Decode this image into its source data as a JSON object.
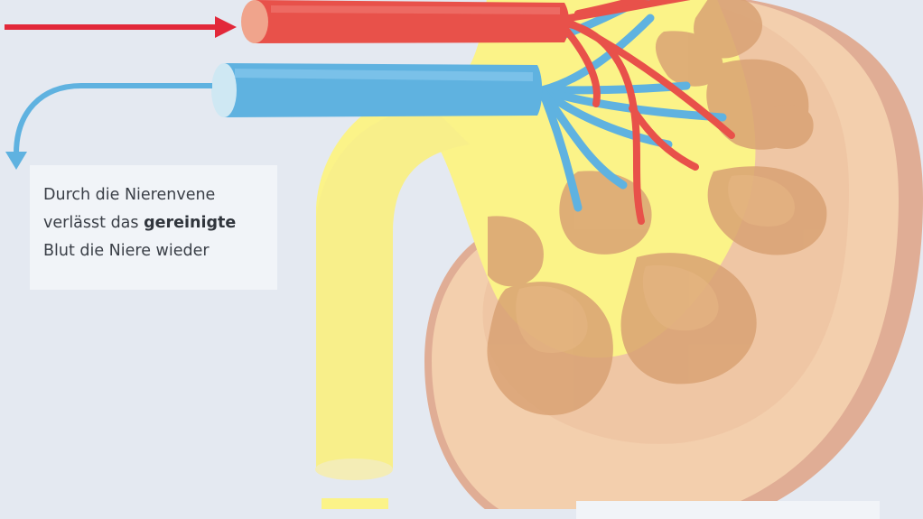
{
  "caption": {
    "line1": "Durch die Nierenvene",
    "line2_prefix": "verlässt das",
    "line2_bold": "gereinigte",
    "line3": "Blut die Niere wieder"
  },
  "colors": {
    "background": "#e4e9f1",
    "artery": "#e8514a",
    "vein": "#5fb2e0",
    "ureter": "#fbf388",
    "kidney_cortex": "#f3cfad",
    "kidney_pyramid": "#d9a274",
    "caption_bg": "#f1f4f8"
  }
}
